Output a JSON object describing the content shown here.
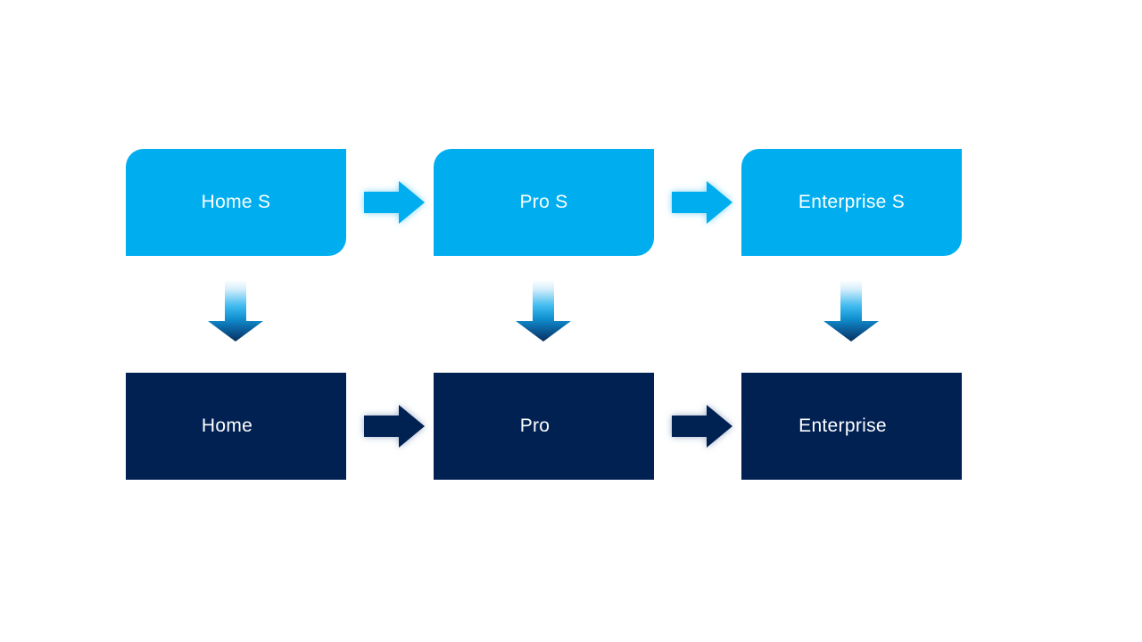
{
  "slide": {
    "background": "#FFFFFF",
    "top_row": [
      {
        "label": "Home S"
      },
      {
        "label": "Pro S"
      },
      {
        "label": "Enterprise S"
      }
    ],
    "bottom_row": [
      {
        "label": "Home"
      },
      {
        "label": "Pro"
      },
      {
        "label": "Enterprise"
      }
    ],
    "colors": {
      "top_box_fill": "#00AEEF",
      "bottom_box_fill": "#012153",
      "label_text": "#FFFFFF",
      "top_arrow_fill": "#00AEEF",
      "top_arrow_glow": "#7ED3F5",
      "bottom_arrow_fill": "#012153",
      "bottom_arrow_glow": "#8FA3C0",
      "down_arrow_gradient_top": "#FFFFFF",
      "down_arrow_gradient_mid": "#1292D1",
      "down_arrow_gradient_bottom": "#07305F"
    },
    "icons": {
      "right_arrow": "right-arrow-icon",
      "down_arrow": "down-arrow-icon"
    }
  }
}
